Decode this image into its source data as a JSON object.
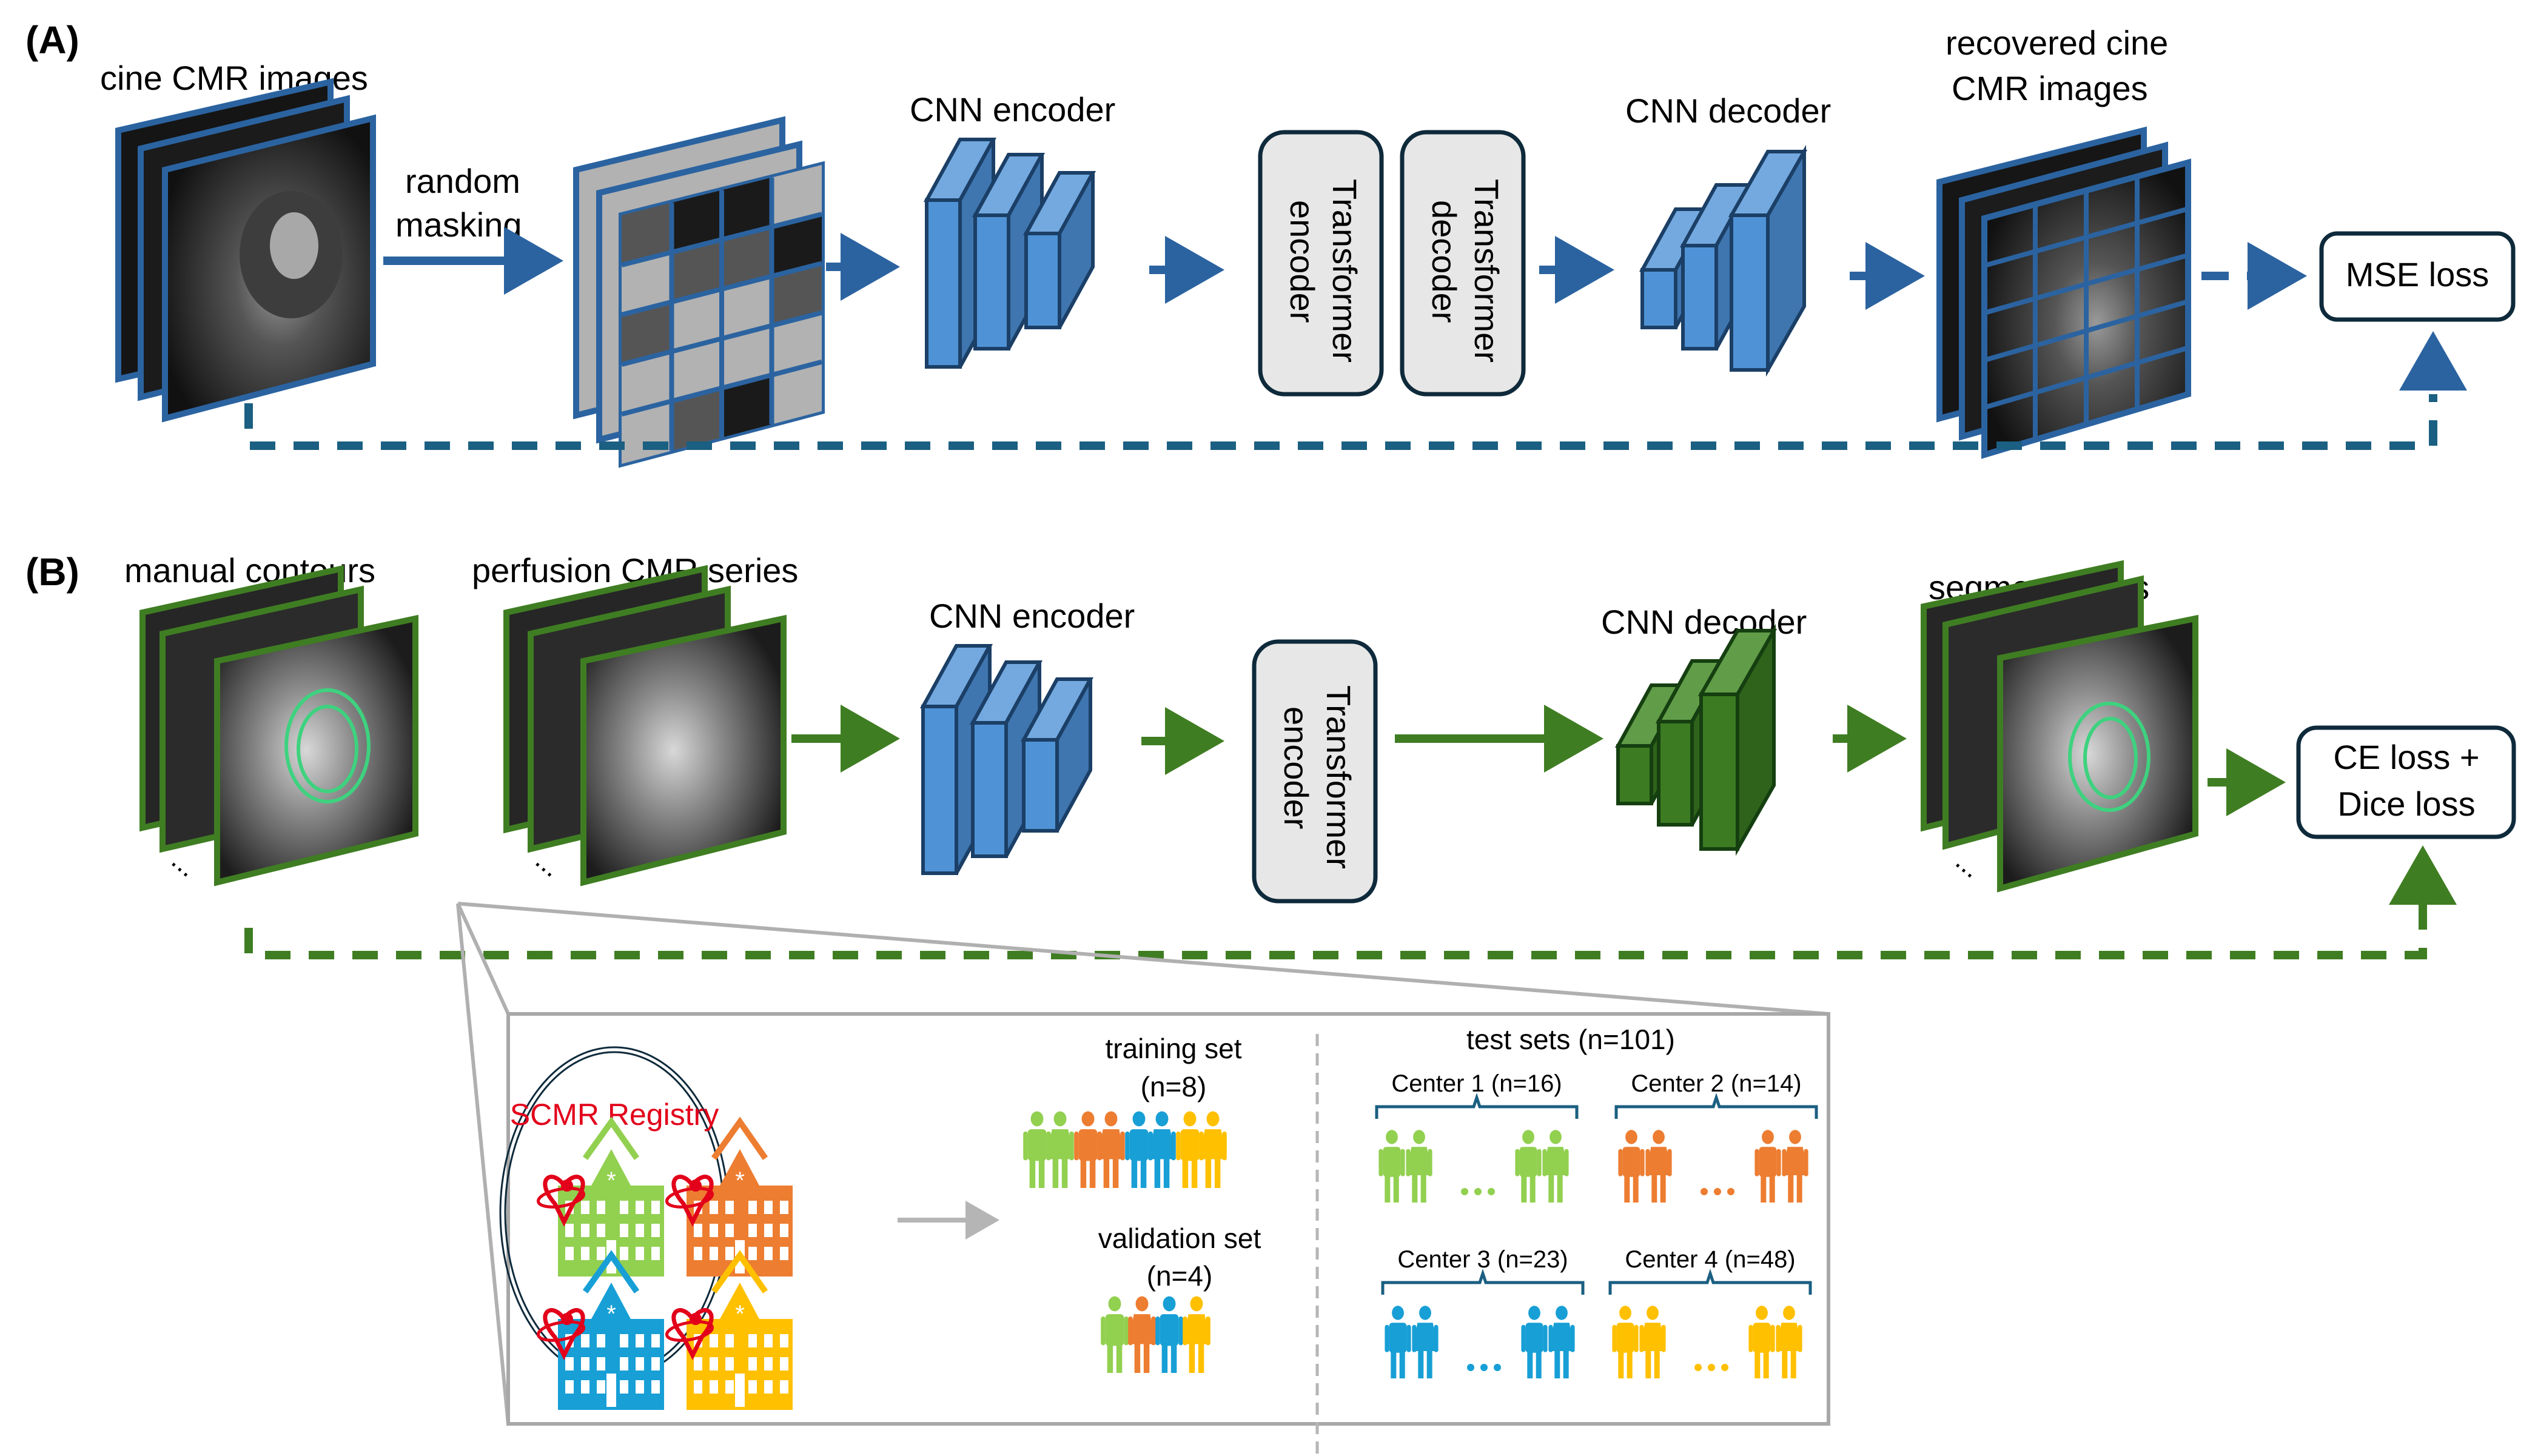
{
  "colors": {
    "blue_line": "#2b63a0",
    "blue_dash": "#1b5f82",
    "green_line": "#3f7d22",
    "block_blue_front": "#4f93d6",
    "block_blue_top": "#74a9e0",
    "block_blue_side": "#3f76b0",
    "block_green_front": "#3c7b22",
    "block_green_top": "#619c48",
    "block_green_side": "#2f631b",
    "mask_gray": "#b2b2b2",
    "transformer_fill": "#e7e7e7",
    "contour": "#3ed27f",
    "inset_border": "#a8a8a8",
    "center1": "#92d050",
    "center2": "#ed7d31",
    "center3": "#179fd6",
    "center4": "#ffc000",
    "registry_red": "#e2001a"
  },
  "panel_a": {
    "label": "(A)",
    "input_caption": "cine CMR images",
    "masking_caption_line1": "random",
    "masking_caption_line2": "masking",
    "encoder_caption": "CNN encoder",
    "transformer_encoder_line1": "Transformer",
    "transformer_encoder_line2": "encoder",
    "transformer_decoder_line1": "Transformer",
    "transformer_decoder_line2": "decoder",
    "decoder_caption": "CNN decoder",
    "output_caption_line1": "recovered cine",
    "output_caption_line2": "CMR images",
    "loss_label": "MSE loss"
  },
  "panel_b": {
    "label": "(B)",
    "contours_caption": "manual contours",
    "series_caption": "perfusion CMR series",
    "encoder_caption": "CNN encoder",
    "transformer_encoder_line1": "Transformer",
    "transformer_encoder_line2": "encoder",
    "decoder_caption": "CNN decoder",
    "output_caption": "segmentations",
    "loss_line1": "CE loss +",
    "loss_line2": "Dice loss",
    "ellipsis": "..."
  },
  "inset": {
    "registry_label": "SCMR Registry",
    "training_line1": "training set",
    "training_line2": "(n=8)",
    "validation_line1": "validation set",
    "validation_line2": "(n=4)",
    "test_title": "test sets (n=101)",
    "centers": [
      {
        "label": "Center 1 (n=16)",
        "n": 16
      },
      {
        "label": "Center 2 (n=14)",
        "n": 14
      },
      {
        "label": "Center 3 (n=23)",
        "n": 23
      },
      {
        "label": "Center 4 (n=48)",
        "n": 48
      }
    ],
    "training_n": 8,
    "validation_n": 4,
    "test_n": 101
  }
}
